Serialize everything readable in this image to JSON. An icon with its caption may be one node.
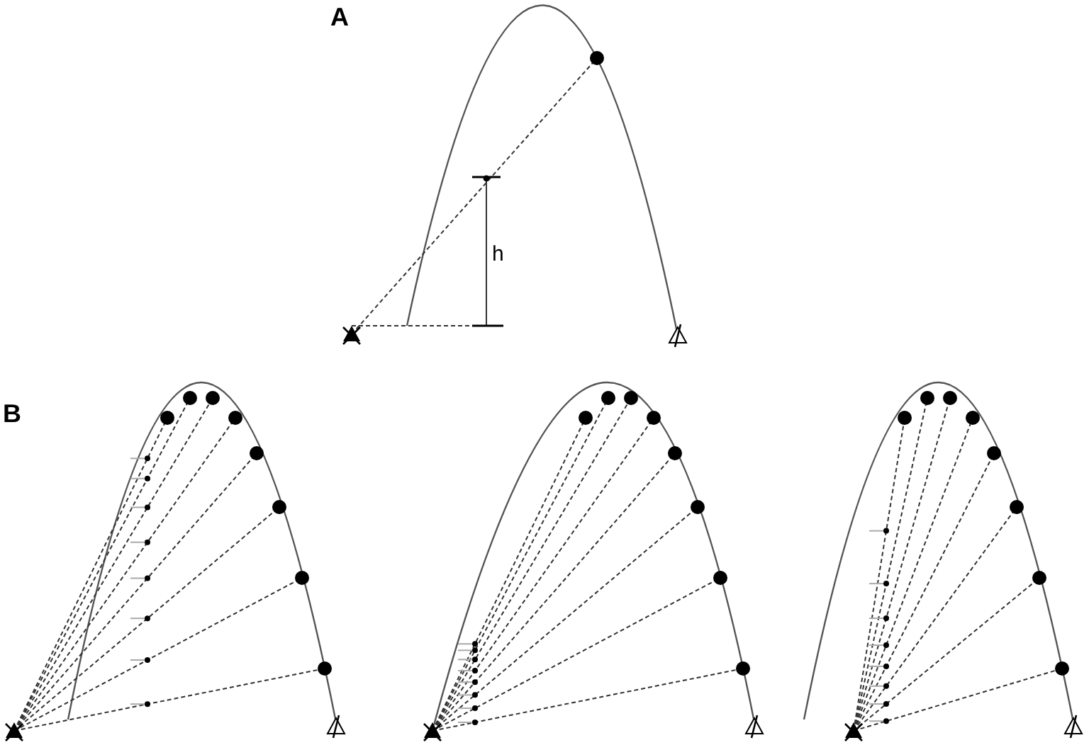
{
  "diagram": {
    "labels": [
      "A",
      "h",
      "B"
    ]
  }
}
